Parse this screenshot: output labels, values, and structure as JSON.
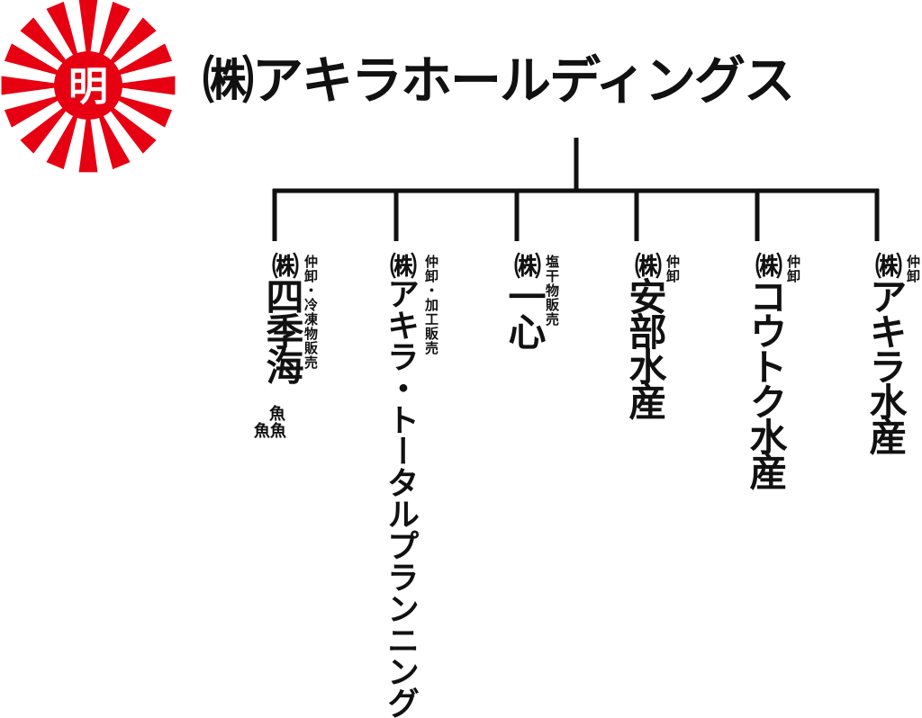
{
  "colors": {
    "logo_red": "#e60012",
    "line": "#111111",
    "text": "#111111"
  },
  "logo": {
    "char": "明",
    "icon": "rising-sun-icon"
  },
  "parent": {
    "name": "㈱アキラホールディングス"
  },
  "children": [
    {
      "kabu": "㈱",
      "name": "四季海",
      "role": "仲卸・冷凍物販売",
      "suffix": [
        "魚",
        "魚魚"
      ]
    },
    {
      "kabu": "㈱",
      "name": "アキラ・トータルプランニング",
      "role": "仲卸・加工販売"
    },
    {
      "kabu": "㈱",
      "name": "一心",
      "role": "塩干物販売"
    },
    {
      "kabu": "㈱",
      "name": "安部水産",
      "role": "仲卸"
    },
    {
      "kabu": "㈱",
      "name": "コウトク水産",
      "role": "仲卸"
    },
    {
      "kabu": "㈱",
      "name": "アキラ水産",
      "role": "仲卸"
    }
  ]
}
